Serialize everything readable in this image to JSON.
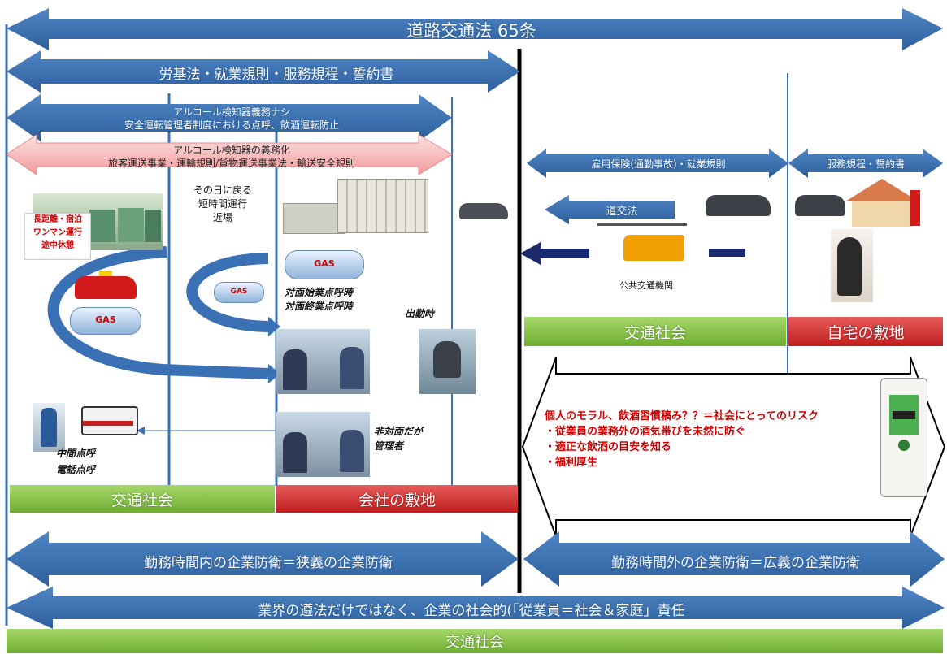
{
  "arrows": {
    "road_traffic_law": "道路交通法 65条",
    "labor_rules": "労基法・就業規則・服務規程・誓約書",
    "no_alcohol_duty_line1": "アルコール検知器義務ナシ",
    "no_alcohol_duty_line2": "安全運転管理者制度における点呼、飲酒運転防止",
    "alcohol_duty_line1": "アルコール検知器の義務化",
    "alcohol_duty_line2": "旅客運送事業・運輸規則/貨物運送事業法・輸送安全規則",
    "employment_insurance": "雇用保険(通勤事故)・就業規則",
    "service_rules": "服務規程・誓約書",
    "road_traffic_short": "道交法",
    "defense_inside": "勤務時間内の企業防衛＝狭義の企業防衛",
    "defense_outside": "勤務時間外の企業防衛＝広義の企業防衛",
    "industry_compliance": "業界の遵法だけではなく、企業の社会的(「従業員＝社会＆家庭」責任"
  },
  "labels": {
    "long_distance_sign": [
      "長距離・宿泊",
      "ワンマン運行",
      "途中休憩"
    ],
    "same_day_return": [
      "その日に戻る",
      "短時間運行",
      "近場"
    ],
    "face_to_face": [
      "対面始業点呼時",
      "対面終業点呼時"
    ],
    "commute_time": "出勤時",
    "public_transport": "公共交通機関",
    "mid_rollcall": [
      "中間点呼",
      "電話点呼"
    ],
    "non_face_manager": [
      "非対面だが",
      "管理者"
    ],
    "gas_text": "GAS"
  },
  "bars": {
    "traffic_society_left": "交通社会",
    "company_premises": "会社の敷地",
    "traffic_society_right": "交通社会",
    "home_premises": "自宅の敷地",
    "traffic_society_bottom": "交通社会"
  },
  "notes": [
    "個人のモラル、飲酒習慣稿み？？＝社会にとってのリスク",
    "・従業員の業務外の酒気帯びを未然に防ぐ",
    "・適正な飲酒の目安を知る",
    "・福利厚生"
  ],
  "colors": {
    "arrow_blue": "#3a70b4",
    "pink_arrow": "#f4b4b4",
    "green_bar": "#7db843",
    "red_bar": "#d13a3a"
  }
}
